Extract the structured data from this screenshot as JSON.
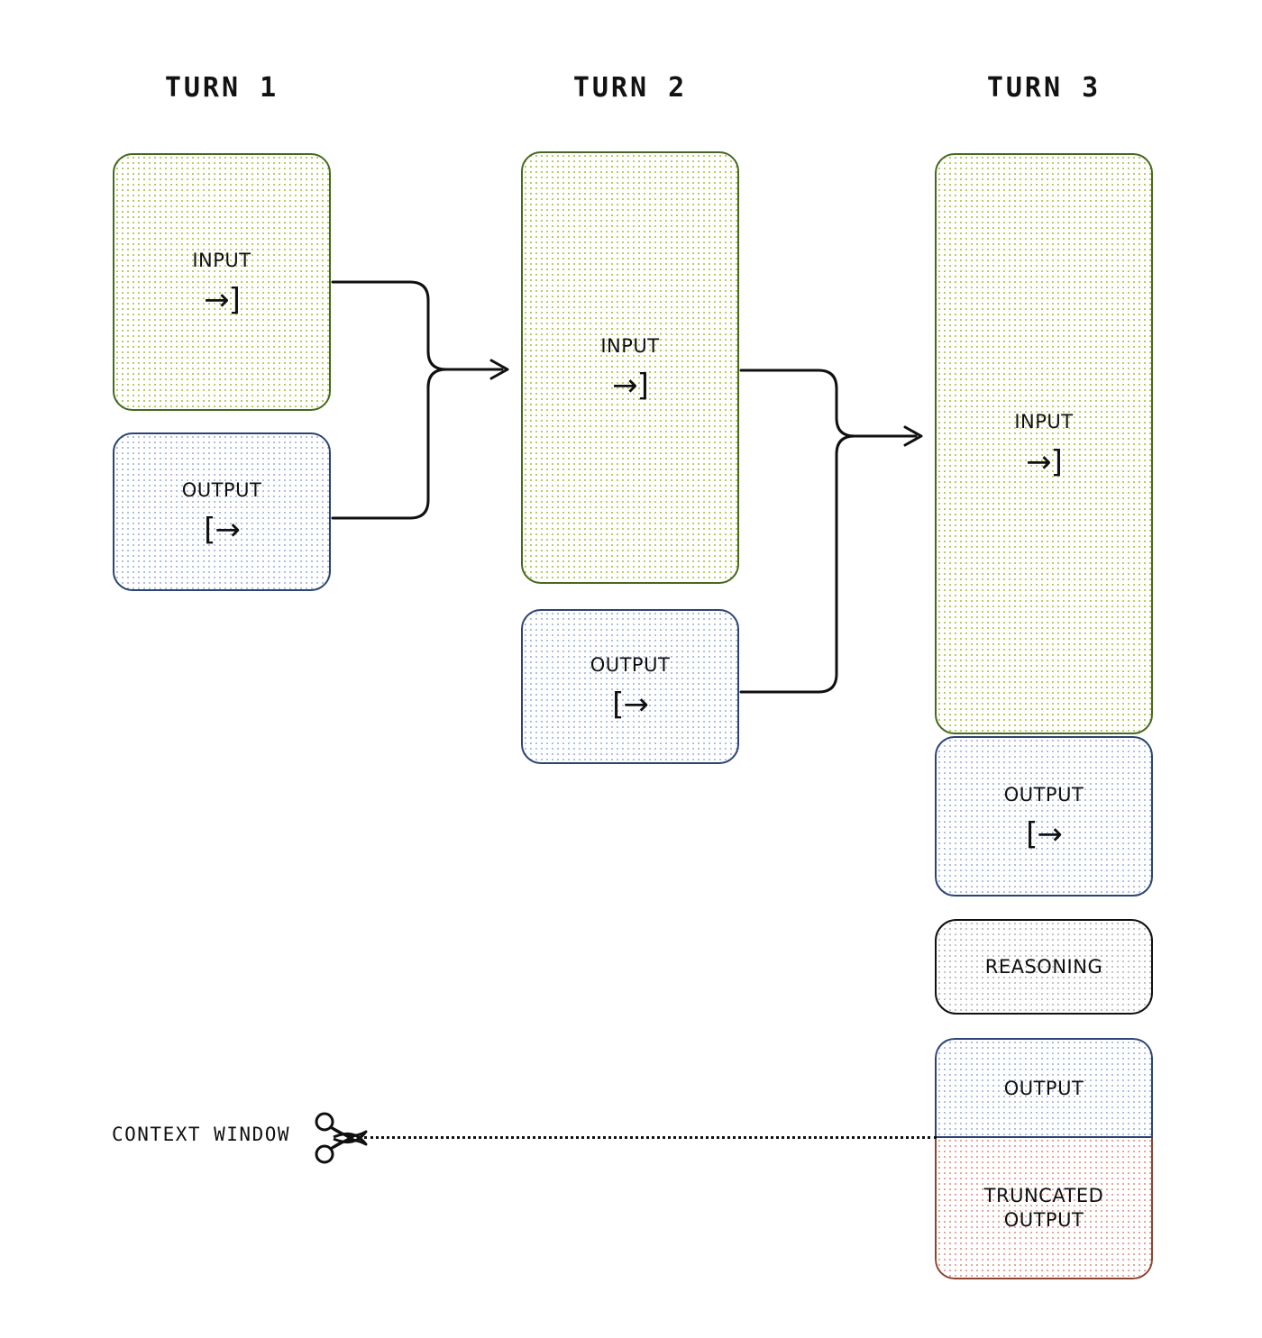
{
  "columns": [
    {
      "header": "TURN 1"
    },
    {
      "header": "TURN 2"
    },
    {
      "header": "TURN 3"
    }
  ],
  "boxes": {
    "input_label": "INPUT",
    "output_label": "OUTPUT",
    "reasoning_label": "REASONING",
    "truncated_output_label": "TRUNCATED\nOUTPUT",
    "input_glyph": "→]",
    "output_glyph": "[→"
  },
  "context": {
    "label": "CONTEXT WINDOW",
    "scissors_icon": "✄"
  },
  "colors": {
    "input_border": "#46691f",
    "input_dots": "#b9cc62",
    "output_border": "#2c4473",
    "output_dots": "#9fb4dd",
    "reasoning_border": "#101010",
    "reasoning_dots": "#b9b9b9",
    "truncated_border": "#8d4530",
    "truncated_dots": "#e3a79c",
    "connector": "#101010",
    "text": "#101010",
    "background": "#ffffff"
  },
  "turn1": {
    "input_label": "INPUT",
    "input_glyph": "→]",
    "output_label": "OUTPUT",
    "output_glyph": "[→"
  },
  "turn2": {
    "input_label": "INPUT",
    "input_glyph": "→]",
    "output_label": "OUTPUT",
    "output_glyph": "[→"
  },
  "turn3": {
    "input_label": "INPUT",
    "input_glyph": "→]",
    "output_label": "OUTPUT",
    "output_glyph": "[→",
    "reasoning_label": "REASONING",
    "final_output_label": "OUTPUT",
    "truncated_label": "TRUNCATED\nOUTPUT"
  }
}
